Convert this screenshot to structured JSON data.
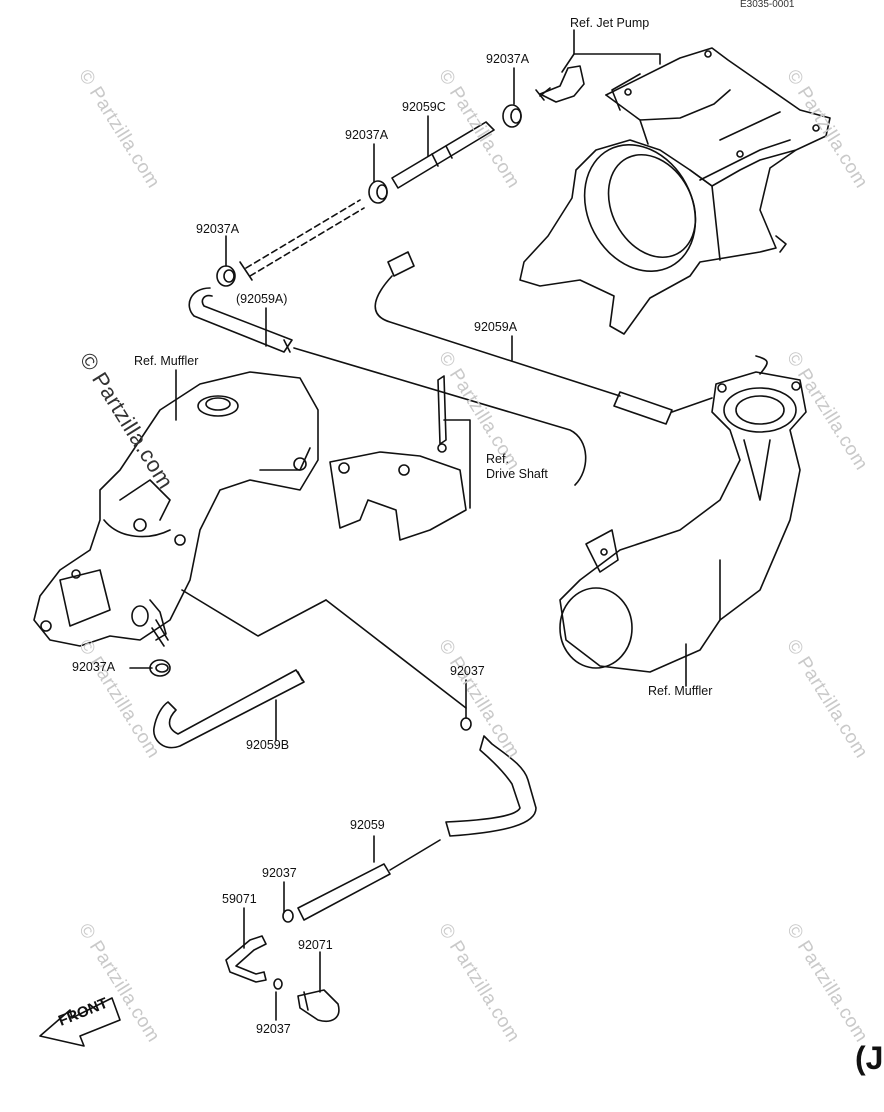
{
  "ref_code": "E3035-0001",
  "front_label": "FRONT",
  "paren_mark": "(J",
  "watermark": "© Partzilla.com",
  "watermark_main": "© Partzilla.com",
  "labels": {
    "ref_jet_pump": "Ref. Jet Pump",
    "p92037A_top": "92037A",
    "p92059C": "92059C",
    "p92037A_mid": "92037A",
    "p92037A_left": "92037A",
    "p92059A_paren": "(92059A)",
    "p92059A": "92059A",
    "ref_muffler_left": "Ref. Muffler",
    "ref_drive_shaft_1": "Ref.",
    "ref_drive_shaft_2": "Drive Shaft",
    "p92037A_bottom": "92037A",
    "p92037_mid": "92037",
    "ref_muffler_right": "Ref. Muffler",
    "p92059B": "92059B",
    "p92059": "92059",
    "p92037_low": "92037",
    "p59071": "59071",
    "p92071": "92071",
    "p92037_bottom": "92037"
  },
  "icons": {
    "front_arrow": "arrow-left-icon"
  }
}
